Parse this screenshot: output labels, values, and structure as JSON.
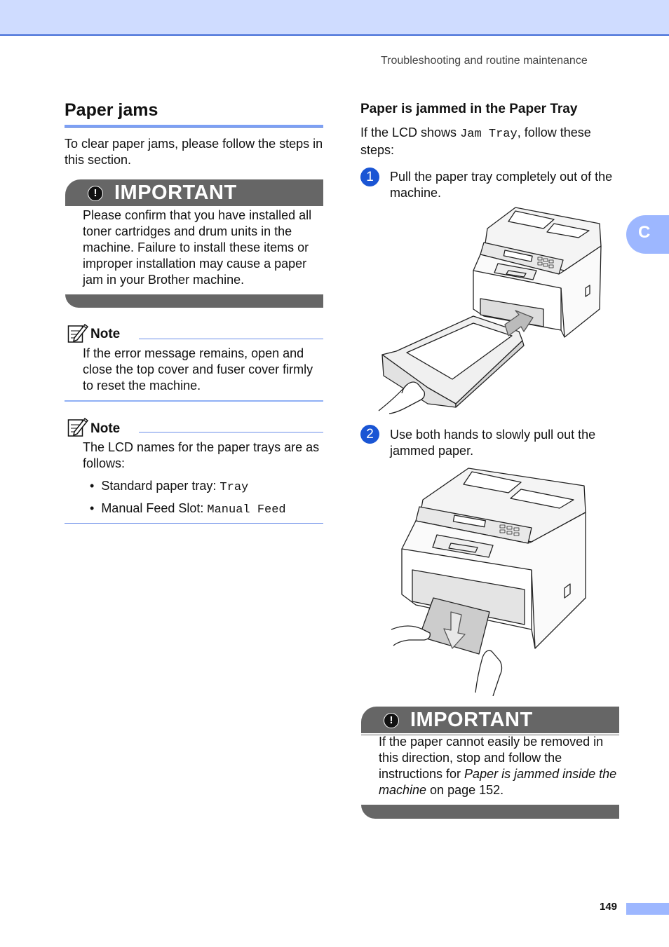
{
  "header": {
    "running_title": "Troubleshooting and routine maintenance"
  },
  "section_tab": {
    "letter": "C"
  },
  "left": {
    "title": "Paper jams",
    "intro": "To clear paper jams, please follow the steps in this section.",
    "important1": {
      "label": "IMPORTANT",
      "body": "Please confirm that you have installed all toner cartridges and drum units in the machine. Failure to install these items or improper installation may cause a paper jam in your Brother machine."
    },
    "note1": {
      "label": "Note",
      "body": "If the error message remains, open and close the top cover and fuser cover firmly to reset the machine."
    },
    "note2": {
      "label": "Note",
      "body": "The LCD names for the paper trays are as follows:",
      "bullets": [
        {
          "text": "Standard paper tray: ",
          "code": "Tray"
        },
        {
          "text": "Manual Feed Slot: ",
          "code": "Manual Feed"
        }
      ]
    }
  },
  "right": {
    "subheading": "Paper is jammed in the Paper Tray",
    "lcd_pre": "If the LCD shows ",
    "lcd_code": "Jam Tray",
    "lcd_post": ", follow these steps:",
    "steps": [
      {
        "num": "1",
        "text": "Pull the paper tray completely out of the machine."
      },
      {
        "num": "2",
        "text": "Use both hands to slowly pull out the jammed paper."
      }
    ],
    "important2": {
      "label": "IMPORTANT",
      "body_pre": "If the paper cannot easily be removed in this direction, stop and follow the instructions for ",
      "body_italic": "Paper is jammed inside the machine",
      "body_post": " on page 152."
    }
  },
  "footer": {
    "page_number": "149"
  }
}
